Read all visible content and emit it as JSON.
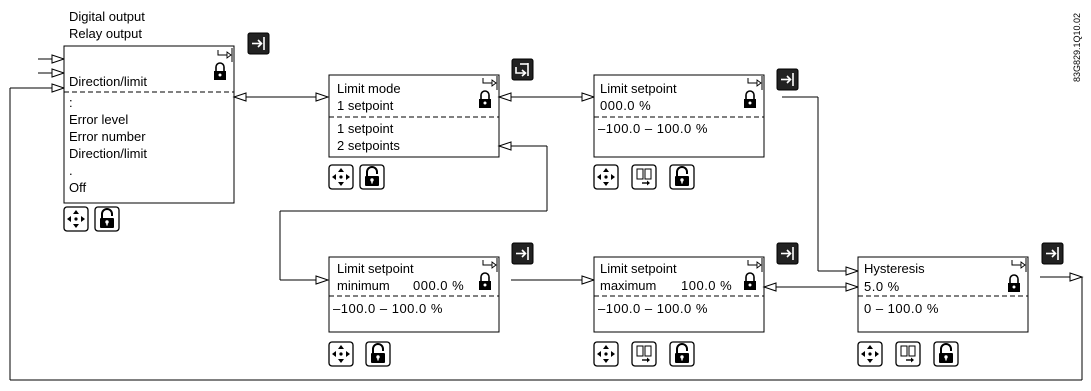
{
  "header": {
    "output_options": [
      "Digital output",
      "Relay output"
    ]
  },
  "document_id": "83G829.1Q10.02",
  "menu_box": {
    "title": "Direction/limit",
    "options": [
      ":",
      "Error level",
      "Error number",
      "Direction/limit",
      ".",
      "Off"
    ]
  },
  "limit_mode_box": {
    "title": "Limit mode",
    "value": "1 setpoint",
    "options": [
      "1 setpoint",
      "2 setpoints"
    ]
  },
  "limit_setpoint_box": {
    "title": "Limit setpoint",
    "value": "000.0  %",
    "range": "–100.0  –  100.0  %"
  },
  "limit_min_box": {
    "title": "Limit setpoint",
    "subtitle": "minimum",
    "value": "000.0  %",
    "range": "–100.0  –  100.0  %"
  },
  "limit_max_box": {
    "title": "Limit setpoint",
    "subtitle": "maximum",
    "value": "100.0  %",
    "range": "–100.0  –  100.0  %"
  },
  "hysteresis_box": {
    "title": "Hysteresis",
    "value": "5.0  %",
    "range": "0  –  100.0  %"
  },
  "icons": {
    "enter": "enter-arrow-icon",
    "lock": "padlock-icon",
    "navigate": "four-way-arrows-icon",
    "unlock": "unlock-key-icon",
    "copy": "copy-digits-icon"
  }
}
